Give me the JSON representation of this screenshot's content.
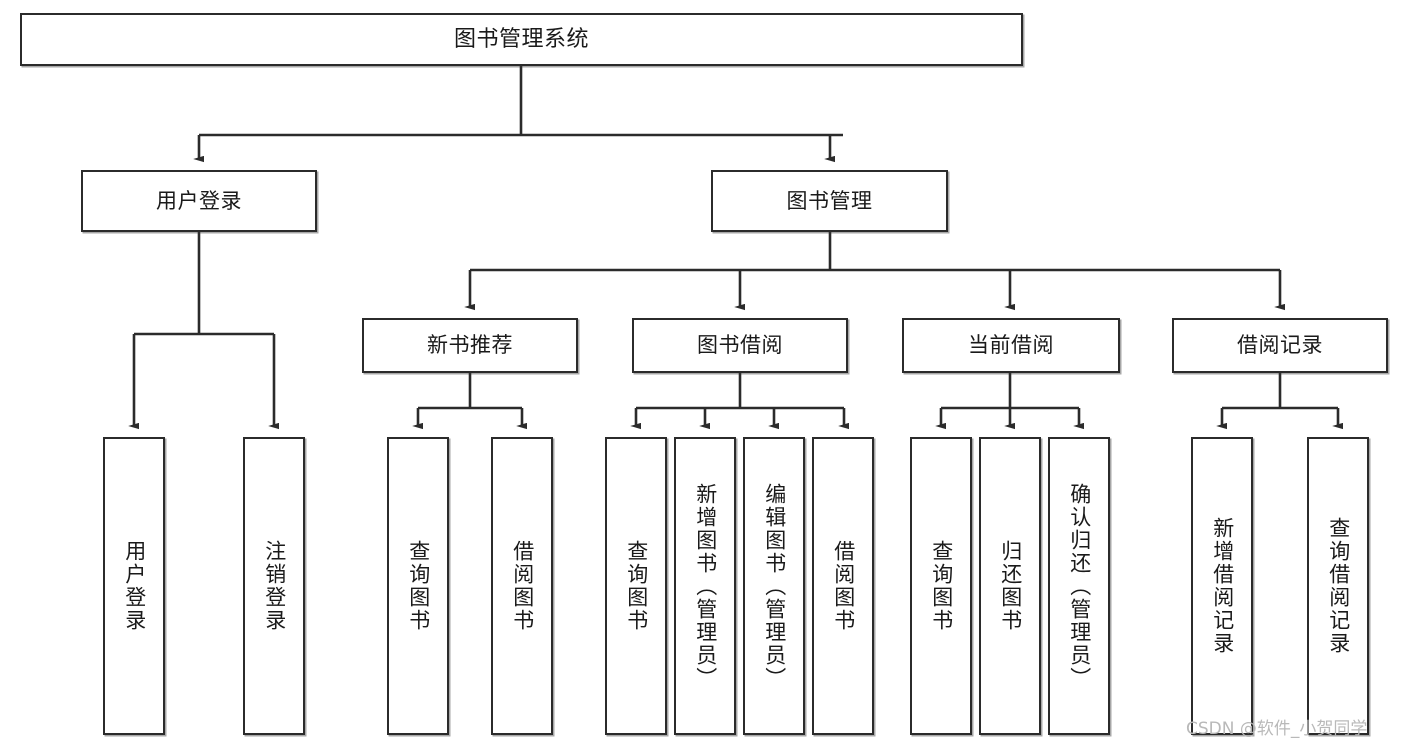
{
  "diagram": {
    "type": "tree-hierarchy-chart",
    "title": "图书管理系统",
    "watermark": "CSDN @软件_小贺同学",
    "colors": {
      "box_border": "#2b2b2b",
      "box_fill": "#ffffff",
      "connector": "#2b2b2b",
      "text": "#1a1a1a",
      "watermark": "#b9b9b9",
      "page_background": "#ffffff"
    },
    "levels": {
      "level0": [
        "图书管理系统"
      ],
      "level1": [
        "用户登录",
        "图书管理"
      ],
      "level2": [
        "新书推荐",
        "图书借阅",
        "当前借阅",
        "借阅记录"
      ],
      "level3_orientation": "vertical-text"
    },
    "nodes": {
      "root": {
        "label": "图书管理系统"
      },
      "user_login": {
        "label": "用户登录"
      },
      "book_manage": {
        "label": "图书管理"
      },
      "new_book_rec": {
        "label": "新书推荐"
      },
      "book_borrow": {
        "label": "图书借阅"
      },
      "current_borrow": {
        "label": "当前借阅"
      },
      "borrow_record": {
        "label": "借阅记录"
      },
      "leaf_user_login": {
        "label": "用户登录"
      },
      "leaf_user_logout": {
        "label": "注销登录"
      },
      "leaf_query_book_1": {
        "label": "查询图书"
      },
      "leaf_borrow_book_1": {
        "label": "借阅图书"
      },
      "leaf_query_book_2": {
        "label": "查询图书"
      },
      "leaf_add_book_admin": {
        "label": "新增图书（管理员）"
      },
      "leaf_edit_book_admin": {
        "label": "编辑图书（管理员）"
      },
      "leaf_borrow_book_2": {
        "label": "借阅图书"
      },
      "leaf_query_book_3": {
        "label": "查询图书"
      },
      "leaf_return_book": {
        "label": "归还图书"
      },
      "leaf_confirm_return_admin": {
        "label": "确认归还（管理员）"
      },
      "leaf_add_record": {
        "label": "新增借阅记录"
      },
      "leaf_query_record": {
        "label": "查询借阅记录"
      }
    },
    "edges": [
      {
        "from": "图书管理系统",
        "to": "用户登录"
      },
      {
        "from": "图书管理系统",
        "to": "图书管理"
      },
      {
        "from": "用户登录",
        "to": "用户登录"
      },
      {
        "from": "用户登录",
        "to": "注销登录"
      },
      {
        "from": "图书管理",
        "to": "新书推荐"
      },
      {
        "from": "图书管理",
        "to": "图书借阅"
      },
      {
        "from": "图书管理",
        "to": "当前借阅"
      },
      {
        "from": "图书管理",
        "to": "借阅记录"
      },
      {
        "from": "新书推荐",
        "to": "查询图书"
      },
      {
        "from": "新书推荐",
        "to": "借阅图书"
      },
      {
        "from": "图书借阅",
        "to": "查询图书"
      },
      {
        "from": "图书借阅",
        "to": "新增图书（管理员）"
      },
      {
        "from": "图书借阅",
        "to": "编辑图书（管理员）"
      },
      {
        "from": "图书借阅",
        "to": "借阅图书"
      },
      {
        "from": "当前借阅",
        "to": "查询图书"
      },
      {
        "from": "当前借阅",
        "to": "归还图书"
      },
      {
        "from": "当前借阅",
        "to": "确认归还（管理员）"
      },
      {
        "from": "借阅记录",
        "to": "新增借阅记录"
      },
      {
        "from": "借阅记录",
        "to": "查询借阅记录"
      }
    ]
  }
}
